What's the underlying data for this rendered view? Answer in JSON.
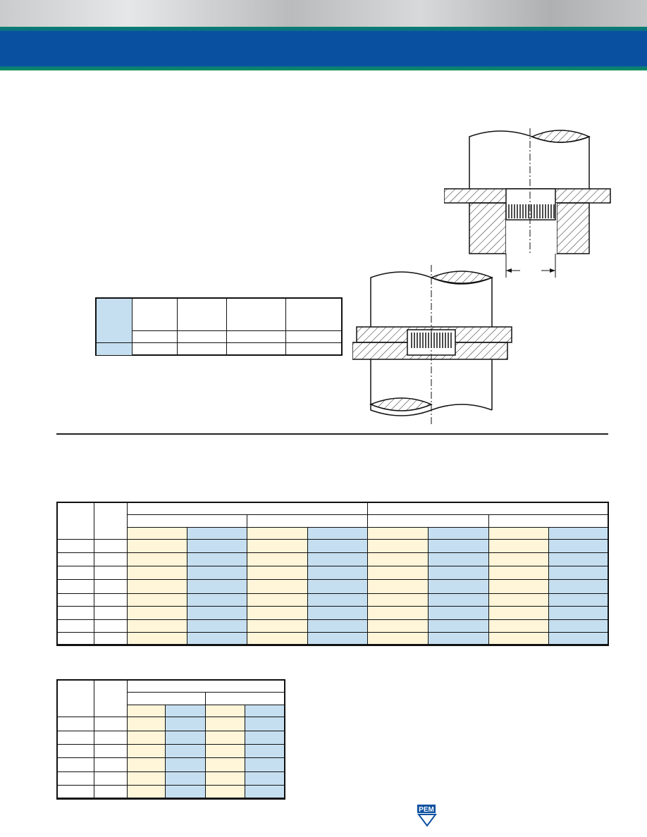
{
  "logo": {
    "text": "PEM"
  },
  "colors": {
    "header_blue": "#0a50a0",
    "accent_green": "#0a8f5a",
    "cell_cream": "#fff5d8",
    "cell_blue": "#c5dff1"
  },
  "figures": {
    "top_icon": "press-die-installation-drawing",
    "bottom_icon": "panel-installation-drawing"
  }
}
